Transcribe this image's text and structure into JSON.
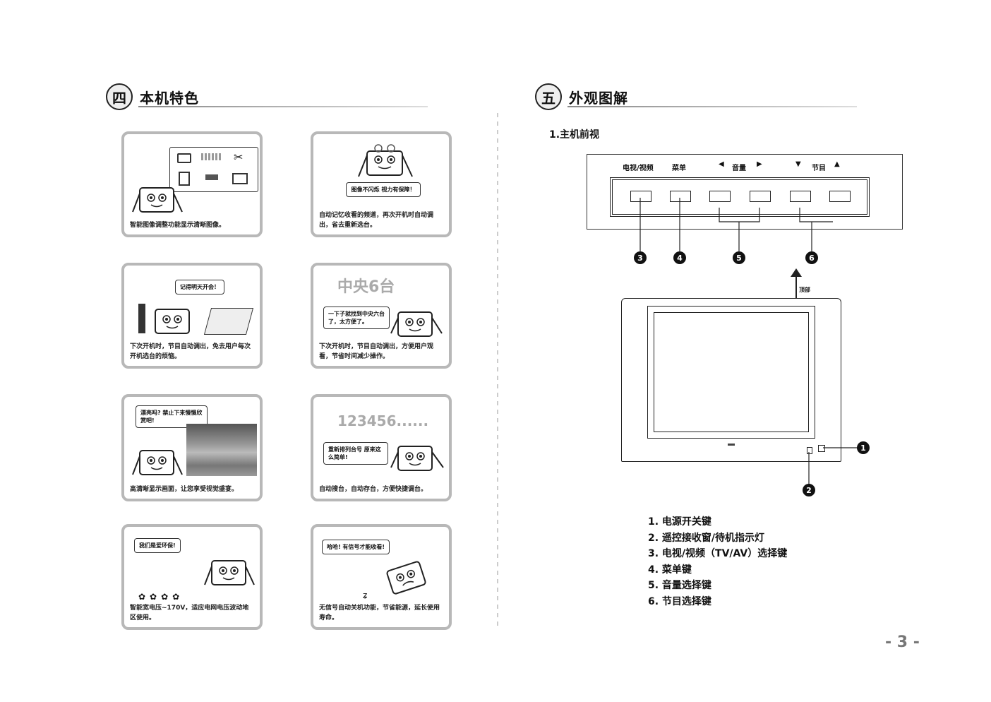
{
  "left_section": {
    "number": "四",
    "title": "本机特色"
  },
  "right_section": {
    "number": "五",
    "title": "外观图解"
  },
  "cards": [
    {
      "caption": "智能图像调整功能显示清晰图像。",
      "bubble": "",
      "big_text": ""
    },
    {
      "caption": "自动记忆收看的频道，再次开机时自动调出，省去重新选台。",
      "bubble": "图像不闪烁 视力有保障！",
      "big_text": ""
    },
    {
      "caption": "下次开机时，节目自动调出，免去用户每次开机选台的烦恼。",
      "bubble": "记得明天开会！",
      "big_text": ""
    },
    {
      "caption": "下次开机时，节目自动调出，方便用户观看，节省时间减少操作。",
      "bubble": "一下子就找到中央六台了，太方便了。",
      "big_text": "中央6台"
    },
    {
      "caption": "高清晰显示画面，让您享受视觉盛宴。",
      "bubble": "漂亮吗? 禁止下来慢慢欣赏吧!",
      "big_text": ""
    },
    {
      "caption": "自动搜台，自动存台，方便快捷调台。",
      "bubble": "重新排列台号 原来这么简单!",
      "big_text": "123456......"
    },
    {
      "caption": "智能宽电压~170V，适应电网电压波动地区使用。",
      "bubble": "我们是爱环保!",
      "big_text": ""
    },
    {
      "caption": "无信号自动关机功能，节省能源，延长使用寿命。",
      "bubble": "哈哈! 有信号才能收看!",
      "big_text": ""
    }
  ],
  "main": {
    "subheading": "1.主机前视",
    "panel_labels": {
      "tv_av": "电视/视频",
      "menu": "菜单",
      "volume": "音量",
      "program": "节目"
    },
    "top_label": "顶部",
    "callouts": [
      "1",
      "2",
      "3",
      "4",
      "5",
      "6"
    ],
    "legend": [
      "1. 电源开关键",
      "2. 遥控接收窗/待机指示灯",
      "3. 电视/视频（TV/AV）选择键",
      "4. 菜单键",
      "5. 音量选择键",
      "6. 节目选择键"
    ]
  },
  "page_number": "- 3 -"
}
